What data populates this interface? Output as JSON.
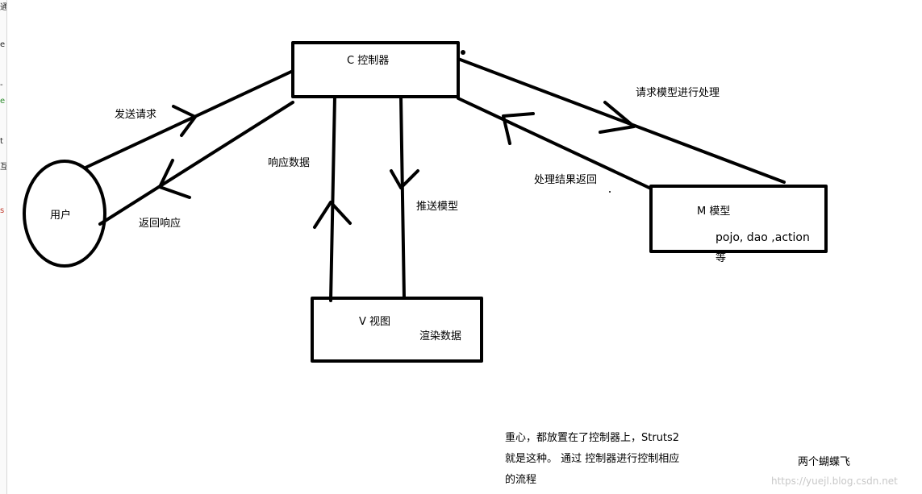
{
  "edge_fragments": [
    "通",
    "e",
    "-",
    "e",
    "t",
    "互",
    "s"
  ],
  "nodes": {
    "controller": "C  控制器",
    "user": "用户",
    "model": "M  模型",
    "model_detail_1": "pojo, dao ,action",
    "model_detail_2": "等",
    "view": "V  视图",
    "view_detail": "渲染数据"
  },
  "edges": {
    "send_request": "发送请求",
    "return_response": "返回响应",
    "response_data": "响应数据",
    "push_model": "推送模型",
    "request_model": "请求模型进行处理",
    "return_result": "处理结果返回"
  },
  "notes": {
    "line1": "重心，都放置在了控制器上，Struts2",
    "line2": "就是这种。 通过 控制器进行控制相应",
    "line3": "的流程",
    "signature": "两个蝴蝶飞"
  },
  "watermark": "https://yuejl.blog.csdn.net",
  "colors": {
    "stroke": "#000000",
    "background": "#ffffff"
  }
}
